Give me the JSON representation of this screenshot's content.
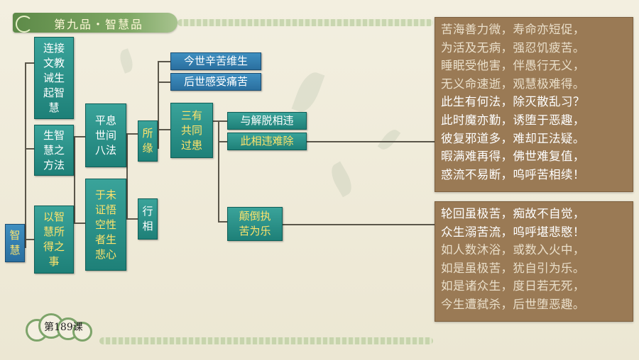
{
  "banner": {
    "title": "第九品・智慧品"
  },
  "footer": {
    "lesson": "第189课"
  },
  "nodes": {
    "root": "智\n慧",
    "n1": "连接\n文教\n诫生\n起智\n慧",
    "n2": "生智\n慧之\n方法",
    "n3": "以智\n慧所\n得之\n事",
    "m1": "平息\n世间\n八法",
    "m2": "于未\n证悟\n空性\n者生\n悲心",
    "k1": "所\n缘",
    "k2": "行\n相",
    "t1": "今世辛苦维生",
    "t2": "后世感受痛苦",
    "t3": "三有\n共同\n过患",
    "u1": "与解脱相违",
    "u2": "此相违难除",
    "u3": "颠倒执\n苦为乐"
  },
  "panel_top": {
    "lines": [
      {
        "text": "苦海善力微，寿命亦短促，",
        "style": "dim"
      },
      {
        "text": "为活及无病，强忍饥疲苦。",
        "style": "dim"
      },
      {
        "text": "睡眠受他害，伴愚行无义，",
        "style": "dim"
      },
      {
        "text": "无义命速逝，观慧极难得。",
        "style": "dim"
      },
      {
        "text": "此生有何法，除灭散乱习？",
        "style": "bright"
      },
      {
        "text": "此时魔亦勤，诱堕于恶趣，",
        "style": "bright"
      },
      {
        "text": "彼复邪道多，难却正法疑。",
        "style": "bright"
      },
      {
        "text": "暇满难再得，佛世难复值，",
        "style": "bright"
      },
      {
        "text": "惑流不易断，呜呼苦相续！",
        "style": "bright"
      }
    ]
  },
  "panel_bottom": {
    "lines": [
      {
        "text": "轮回虽极苦，痴故不自觉，",
        "style": "bright"
      },
      {
        "text": "众生溺苦流，呜呼堪悲愍！",
        "style": "bright"
      },
      {
        "text": "如人数沐浴，或数入火中，",
        "style": "dim"
      },
      {
        "text": "如是虽极苦，犹自引为乐。",
        "style": "dim"
      },
      {
        "text": "如是诸众生，度日若无死，",
        "style": "dim"
      },
      {
        "text": "今生遭弑杀，后世堕恶趣。",
        "style": "dim"
      }
    ]
  },
  "colors": {
    "panel": "#9a7a55",
    "box_teal": "#2a9189",
    "box_blue": "#2a6f9f",
    "highlight_text": "#ffe36b",
    "banner": "#6f9a57"
  }
}
